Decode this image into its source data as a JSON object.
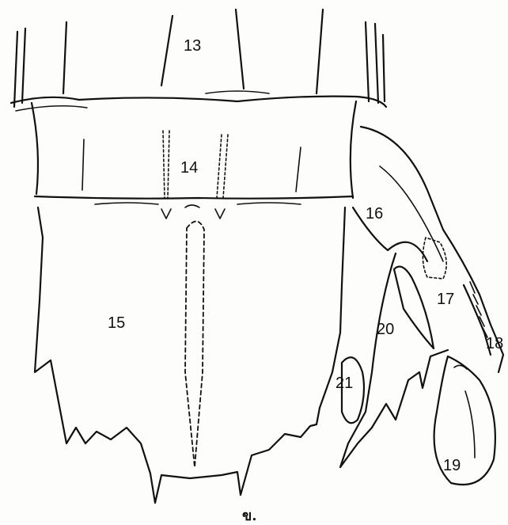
{
  "labels": {
    "l13": "13",
    "l14": "14",
    "l15": "15",
    "l16": "16",
    "l17": "17",
    "l18": "18",
    "l19": "19",
    "l20": "20",
    "l21": "21"
  },
  "caption": "ข."
}
